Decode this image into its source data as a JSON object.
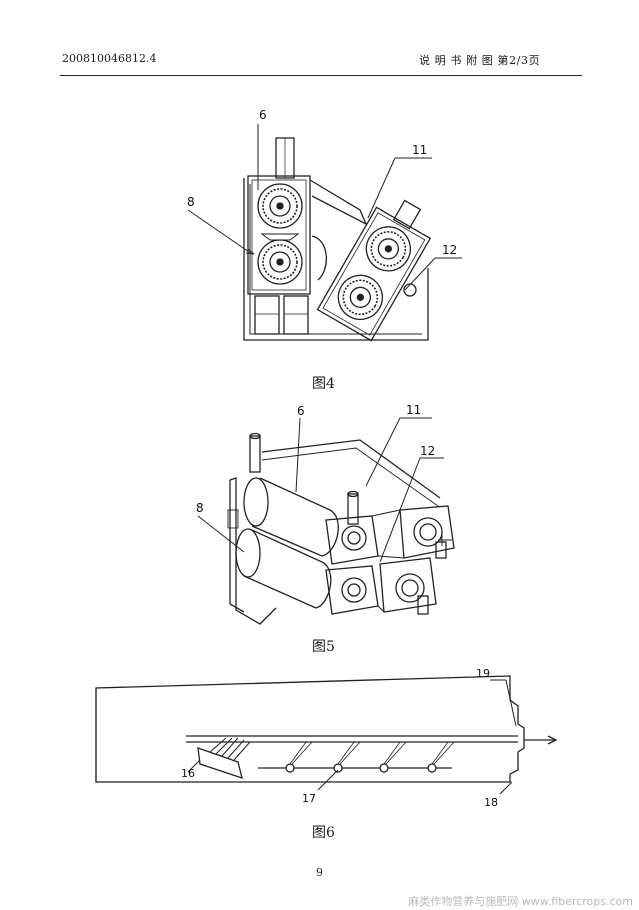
{
  "header": {
    "patent_number": "200810046812.4",
    "section_title": "说 明 书 附 图  第2/3页"
  },
  "figures": [
    {
      "caption": "图4",
      "labels": [
        "6",
        "8",
        "11",
        "12"
      ]
    },
    {
      "caption": "图5",
      "labels": [
        "6",
        "11",
        "12",
        "8"
      ]
    },
    {
      "caption": "图6",
      "labels": [
        "19",
        "16",
        "17",
        "18"
      ]
    }
  ],
  "page_number": "9",
  "watermark": "麻类作物营养与施肥网 www.fibercrops.com"
}
